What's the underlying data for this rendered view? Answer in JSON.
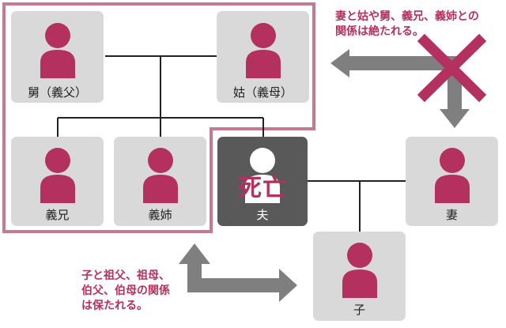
{
  "people": {
    "father_in_law": {
      "label": "舅（義父）"
    },
    "mother_in_law": {
      "label": "姑（義母）"
    },
    "older_brother_in_law": {
      "label": "義兄"
    },
    "older_sister_in_law": {
      "label": "義姉"
    },
    "husband": {
      "label": "夫",
      "mark": "死亡"
    },
    "wife": {
      "label": "妻"
    },
    "child": {
      "label": "子"
    }
  },
  "notes": {
    "in_law_relation": "妻と姑や舅、義兄、義姉との\n関係は絶たれる。",
    "grandparent_relation": "子と祖父、祖母、\n伯父、伯母の関係\nは保たれる。"
  },
  "colors": {
    "accent": "#b4315f",
    "frame": "#c57a93",
    "card": "#d9d9d9",
    "dead_card": "#595959",
    "arrow": "#7f7f7f",
    "line": "#222222"
  }
}
